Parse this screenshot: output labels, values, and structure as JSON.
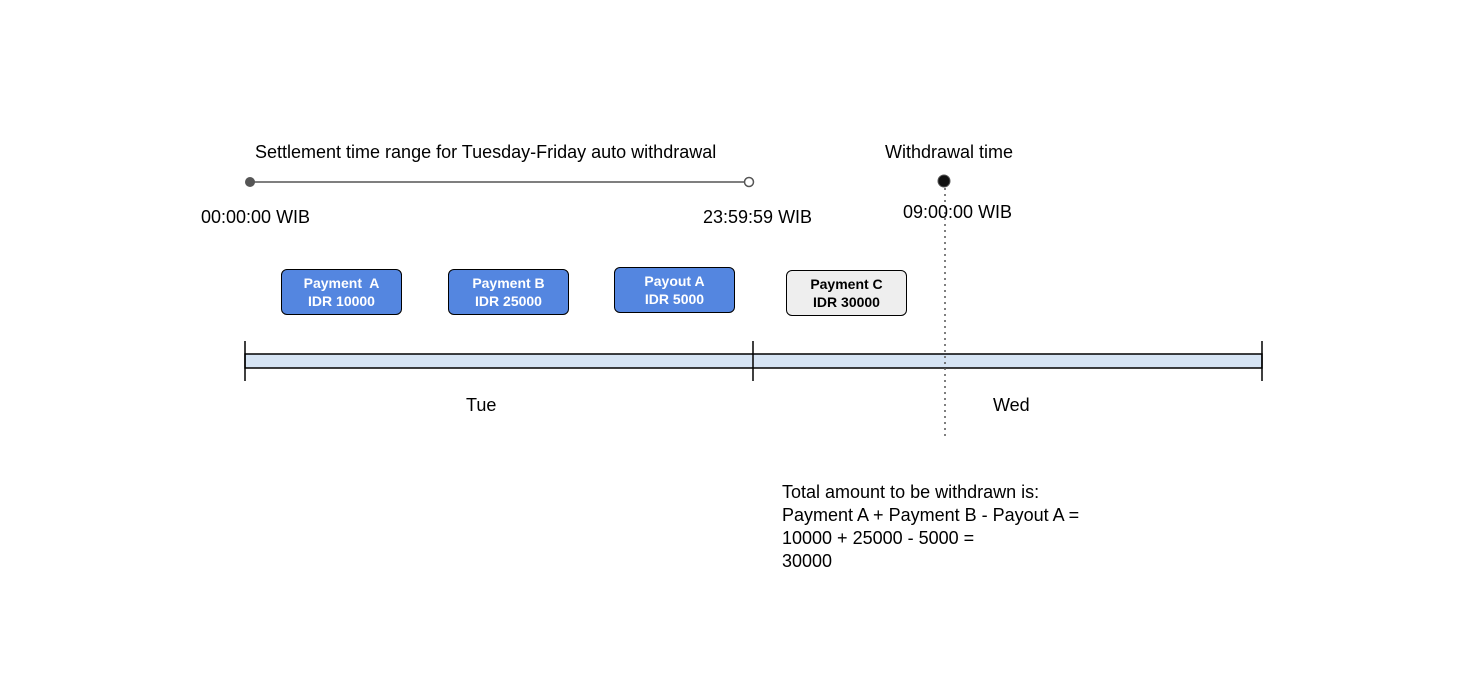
{
  "colors": {
    "transaction_fill": "#5486e0",
    "pending_fill": "#eeeeee",
    "timeline_fill": "#d6e4f4"
  },
  "settlement_range": {
    "title": "Settlement time range for Tuesday-Friday auto withdrawal",
    "start_label": "00:00:00 WIB",
    "end_label": "23:59:59 WIB"
  },
  "withdrawal": {
    "title": "Withdrawal time",
    "time_label": "09:00:00 WIB"
  },
  "transactions": [
    {
      "name": "Payment  A",
      "amount": "IDR 10000",
      "included": true
    },
    {
      "name": "Payment B",
      "amount": "IDR 25000",
      "included": true
    },
    {
      "name": "Payout A",
      "amount": "IDR 5000",
      "included": true
    },
    {
      "name": "Payment C",
      "amount": "IDR 30000",
      "included": false
    }
  ],
  "days": [
    "Tue",
    "Wed"
  ],
  "summary": {
    "line1": "Total amount to be withdrawn is:",
    "line2": "Payment A + Payment B - Payout A =",
    "line3": "10000 + 25000 - 5000 =",
    "line4": "30000"
  }
}
